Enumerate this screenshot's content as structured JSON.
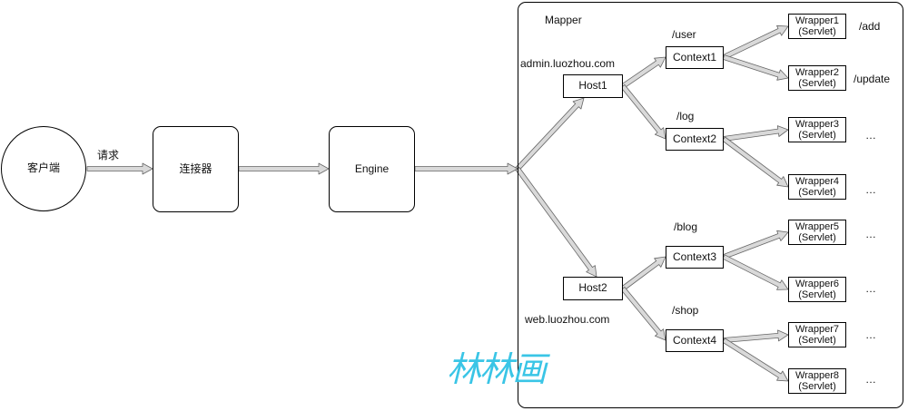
{
  "client": {
    "label": "客户端"
  },
  "request": {
    "label": "请求"
  },
  "connector": {
    "label": "连接器"
  },
  "engine": {
    "label": "Engine"
  },
  "mapper": {
    "title": "Mapper",
    "hosts": [
      {
        "label": "Host1",
        "domain": "admin.luozhou.com"
      },
      {
        "label": "Host2",
        "domain": "web.luozhou.com"
      }
    ],
    "contexts": [
      {
        "label": "Context1",
        "path": "/user"
      },
      {
        "label": "Context2",
        "path": "/log"
      },
      {
        "label": "Context3",
        "path": "/blog"
      },
      {
        "label": "Context4",
        "path": "/shop"
      }
    ],
    "wrappers": [
      {
        "name": "Wrapper1",
        "type": "(Servlet)",
        "note": "/add"
      },
      {
        "name": "Wrapper2",
        "type": "(Servlet)",
        "note": "/update"
      },
      {
        "name": "Wrapper3",
        "type": "(Servlet)",
        "note": "…"
      },
      {
        "name": "Wrapper4",
        "type": "(Servlet)",
        "note": "…"
      },
      {
        "name": "Wrapper5",
        "type": "(Servlet)",
        "note": "…"
      },
      {
        "name": "Wrapper6",
        "type": "(Servlet)",
        "note": "…"
      },
      {
        "name": "Wrapper7",
        "type": "(Servlet)",
        "note": "…"
      },
      {
        "name": "Wrapper8",
        "type": "(Servlet)",
        "note": "…"
      }
    ]
  },
  "watermark": {
    "text": "林林画"
  },
  "colors": {
    "arrow_fill": "#d9d9d9",
    "arrow_stroke": "#666666",
    "watermark": "#3ac5e6"
  }
}
